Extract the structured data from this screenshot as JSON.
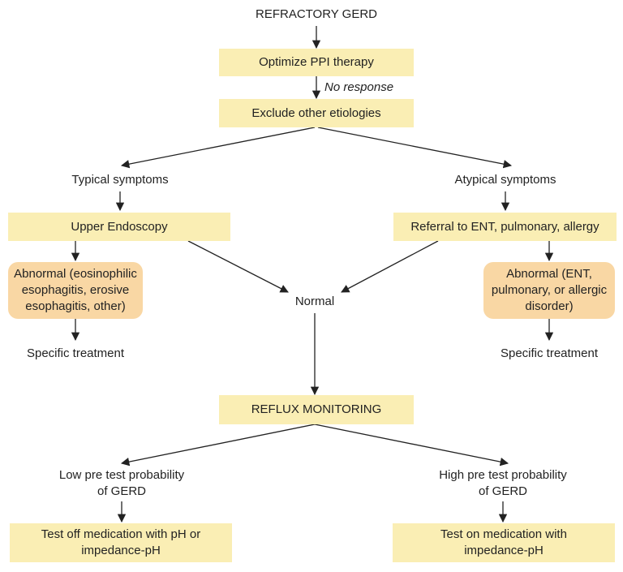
{
  "nodes": {
    "refractory_gerd": "REFRACTORY GERD",
    "optimize_ppi": "Optimize PPI therapy",
    "exclude_etiologies": "Exclude other etiologies",
    "typical_symptoms": "Typical symptoms",
    "atypical_symptoms": "Atypical symptoms",
    "upper_endoscopy": "Upper Endoscopy",
    "referral": "Referral to ENT, pulmonary, allergy",
    "abnormal_left": "Abnormal (eosinophilic esophagitis, erosive esophagitis, other)",
    "abnormal_right": "Abnormal (ENT, pulmonary, or allergic disorder)",
    "normal": "Normal",
    "specific_treatment_left": "Specific treatment",
    "specific_treatment_right": "Specific treatment",
    "reflux_monitoring": "REFLUX MONITORING",
    "low_pretest": "Low pre test probability of GERD",
    "high_pretest": "High pre test probability of GERD",
    "test_off": "Test off medication with pH or impedance-pH",
    "test_on": "Test on medication with impedance-pH"
  },
  "labels": {
    "no_response": "No response"
  },
  "colors": {
    "box_fill": "#faeeb4",
    "rounded_fill": "#f9d7a4",
    "line": "#222222"
  }
}
